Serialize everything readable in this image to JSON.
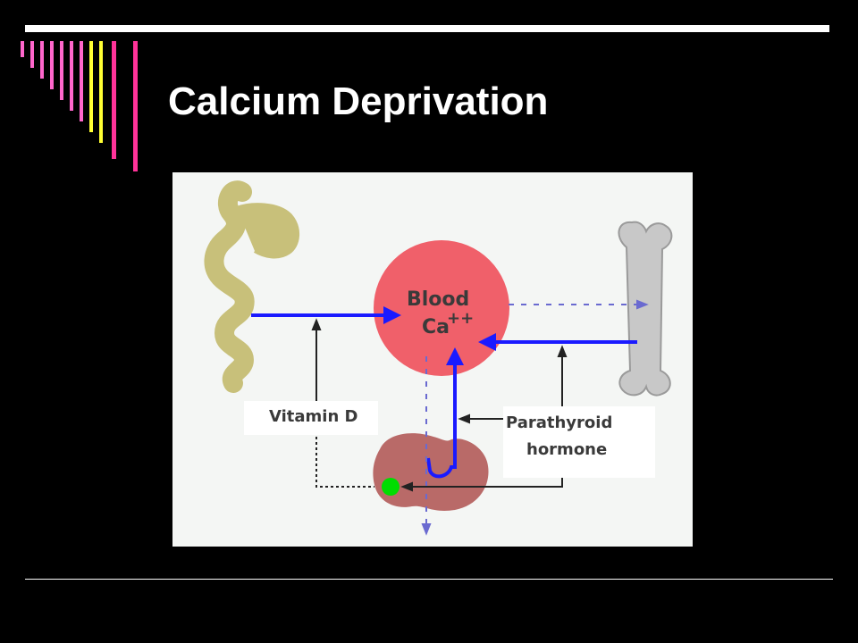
{
  "slide": {
    "title": "Calcium Deprivation"
  },
  "diagram": {
    "blood_label_line1": "Blood",
    "blood_label_line2": "Ca",
    "blood_label_superscript": "++",
    "vitamin_d_label": "Vitamin D",
    "pth_label_line1": "Parathyroid",
    "pth_label_line2": "hormone"
  },
  "colors": {
    "background": "#000000",
    "title": "#ffffff",
    "figure_background": "#f4f6f4",
    "blood": "#f0606a",
    "intestine": "#c8c07a",
    "bone": "#c8c8c8",
    "kidney": "#b96a68",
    "calcium_flow": "#1a1aff",
    "dashed_flow": "#6a6ad0",
    "kidney_marker": "#00dd00",
    "stripes": [
      "#ff66cc",
      "#ff66cc",
      "#ff66cc",
      "#ff66cc",
      "#ff66cc",
      "#ff66cc",
      "#ffff33",
      "#ffff33",
      "#ff3399",
      "#ff3399"
    ]
  }
}
